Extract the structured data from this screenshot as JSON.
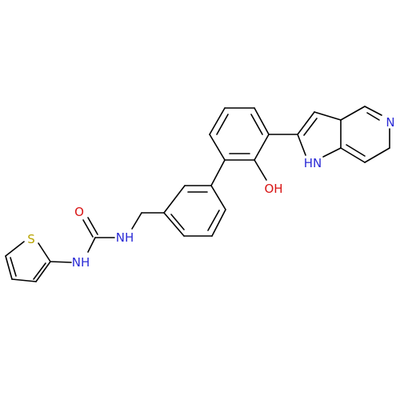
{
  "colors": {
    "bond": "#000000",
    "nitrogen": "#2b2bd6",
    "oxygen": "#d81414",
    "sulfur": "#b8a400",
    "background": "#ffffff"
  },
  "labels": {
    "oxygen_carbonyl": "O",
    "nh_urea_top": "NH",
    "nh_urea_bottom": "NH",
    "sulfur": "S",
    "hydroxyl": "OH",
    "nh_pyrrole": "HN",
    "n_pyridine": "N"
  }
}
